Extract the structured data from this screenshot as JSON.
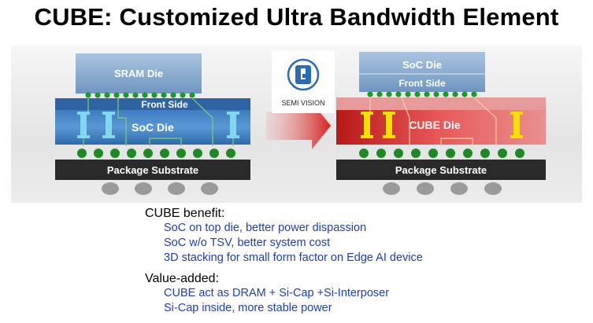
{
  "title": "CUBE: Customized Ultra Bandwidth Element",
  "left_stack": {
    "top_die": "SRAM Die",
    "front_side": "Front Side",
    "main_die": "SoC Die",
    "substrate": "Package Substrate"
  },
  "right_stack": {
    "top_die": "SoC Die",
    "front_side": "Front Side",
    "main_die": "CUBE Die",
    "substrate": "Package Substrate"
  },
  "logo": {
    "text": "SEMI VISION"
  },
  "benefit": {
    "heading": "CUBE benefit:",
    "items": [
      "SoC on top die, better power dispassion",
      "SoC w/o TSV, better system cost",
      "3D stacking for small form factor on Edge AI device"
    ]
  },
  "value": {
    "heading": "Value-added:",
    "items": [
      "CUBE act as DRAM + Si-Cap +Si-Interposer",
      "Si-Cap inside, more stable power"
    ]
  },
  "colors": {
    "item_text": "#1f3fb0",
    "cube_die": "#c82020",
    "arrow": "#d62020"
  }
}
